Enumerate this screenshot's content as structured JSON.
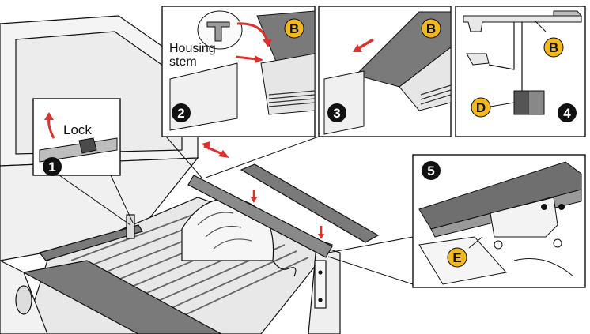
{
  "colors": {
    "accent_arrow": "#d8332c",
    "badge_fill": "#f2b81c",
    "step_badge_fill": "#111111",
    "rail_gray": "#7a7a7a",
    "panel_border": "#111111"
  },
  "steps": [
    {
      "number": "1",
      "callout": "Lock"
    },
    {
      "number": "2",
      "callout": "Housing stem",
      "callout_line1": "Housing",
      "callout_line2": "stem",
      "part": "B"
    },
    {
      "number": "3",
      "part": "B"
    },
    {
      "number": "4",
      "part_top": "B",
      "part_bottom": "D"
    },
    {
      "number": "5",
      "part": "E"
    }
  ]
}
